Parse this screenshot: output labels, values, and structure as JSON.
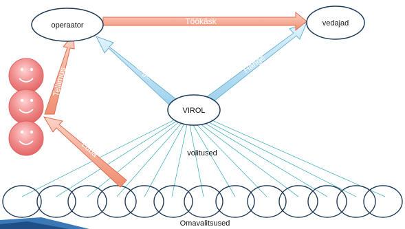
{
  "nodes": {
    "operator": "operaator",
    "carriers": "vedajad",
    "virol": "VIROL",
    "authorization": "volitused",
    "municipalities": "Omavalitsused"
  },
  "arrows": {
    "work_order": "Töökäsk",
    "procurement_left": "Hange",
    "procurement_right": "Hange",
    "order": "Tellimus",
    "permit": "Luba"
  },
  "colors": {
    "salmon_arrow": "#f4a58e",
    "salmon_arrow_dark": "#e06e4e",
    "blue_arrow": "#b7dff2",
    "blue_arrow_dark": "#6fb3d8",
    "teal_line": "#4bb3c2",
    "node_stroke": "#1f3b57",
    "smiley_fill": "#f07b7b",
    "banner_blue": "#3a78b6"
  }
}
